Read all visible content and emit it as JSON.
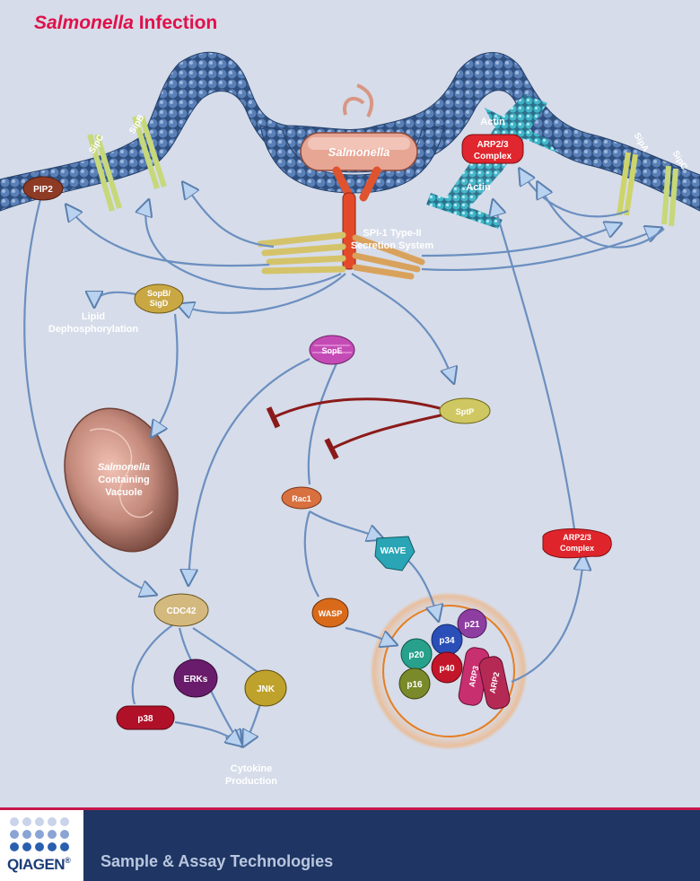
{
  "title": {
    "italic": "Salmonella",
    "rest": " Infection"
  },
  "labels": {
    "pip2": "PIP2",
    "sipc_left": "SipC",
    "sipb": "SipB",
    "salmonella": "Salmonella",
    "actin_top": "Actin",
    "arp23_l1": "ARP2/3",
    "arp23_l2": "Complex",
    "actin_bottom": "Actin",
    "sipa": "SipA",
    "sipc_right": "SipC",
    "ttss_l1": "SPI-1 Type-II",
    "ttss_l2": "Secretion System",
    "sopb_l1": "SopB/",
    "sopb_l2": "SigD",
    "lipid_l1": "Lipid",
    "lipid_l2": "Dephosphorylation",
    "sope": "SopE",
    "sptp": "SptP",
    "scv_l1": "Salmonella",
    "scv_l2": "Containing",
    "scv_l3": "Vacuole",
    "rac1": "Rac1",
    "wave": "WAVE",
    "arp23b_l1": "ARP2/3",
    "arp23b_l2": "Complex",
    "cdc42": "CDC42",
    "wasp": "WASP",
    "p21": "p21",
    "p34": "p34",
    "p20": "p20",
    "p40": "p40",
    "p16": "p16",
    "arp3": "ARP3",
    "arp2": "ARP2",
    "erks": "ERKs",
    "jnk": "JNK",
    "p38": "p38",
    "cytokine_l1": "Cytokine",
    "cytokine_l2": "Production"
  },
  "footer": {
    "logo": "QIAGEN",
    "tagline": "Sample & Assay Technologies"
  },
  "colors": {
    "title": "#e0104a",
    "membrane": "#4a6fa5",
    "footer_band": "#1f3563",
    "accent_red": "#c8174b"
  }
}
